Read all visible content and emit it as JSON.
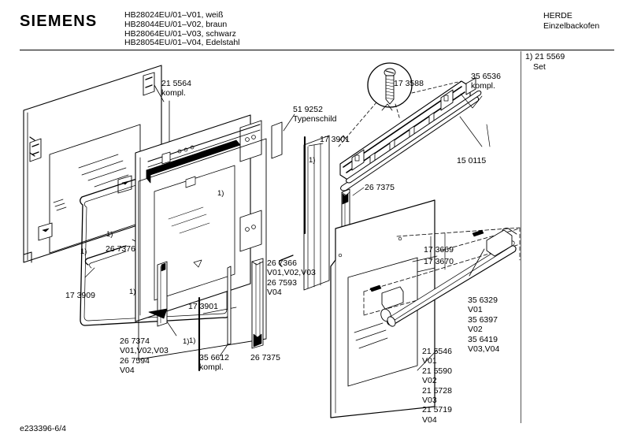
{
  "header": {
    "brand": "SIEMENS",
    "models": [
      "HB28024EU/01–V01, weiß",
      "HB28044EU/01–V02, braun",
      "HB28064EU/01–V03, schwarz",
      "HB28054EU/01–V04, Edelstahl"
    ],
    "category": "HERDE",
    "subcategory": "Einzelbackofen"
  },
  "set_note": {
    "marker": "1) 21 5569",
    "text": "Set"
  },
  "footer": {
    "drawing_number": "e233396-6/4"
  },
  "callouts": [
    {
      "id": "c-21-5564",
      "lines": "21 5564\nkompl."
    },
    {
      "id": "c-26-7376",
      "lines": "26 7376"
    },
    {
      "id": "c-17-3909",
      "lines": "17 3909"
    },
    {
      "id": "c-26-7374",
      "lines": "26 7374\nV01,V02,V03\n26 7594\nV04"
    },
    {
      "id": "c-35-6612",
      "lines": "35 6612\nkompl."
    },
    {
      "id": "c-26-7375-b",
      "lines": "26 7375"
    },
    {
      "id": "c-51-9252",
      "lines": "51 9252\nTypenschild"
    },
    {
      "id": "c-17-3901-a",
      "lines": "17 3901"
    },
    {
      "id": "c-17-3901-b",
      "lines": "17 3901"
    },
    {
      "id": "c-26-7366",
      "lines": "26 7366\nV01,V02,V03\n26 7593\nV04"
    },
    {
      "id": "c-17-3588",
      "lines": "17 3588"
    },
    {
      "id": "c-35-6536",
      "lines": "35 6536\nkompl."
    },
    {
      "id": "c-15-0115",
      "lines": "15 0115"
    },
    {
      "id": "c-26-7375-a",
      "lines": "26 7375"
    },
    {
      "id": "c-17-3669",
      "lines": "17 3669"
    },
    {
      "id": "c-17-3670",
      "lines": "17 3670"
    },
    {
      "id": "c-35-6329",
      "lines": "35 6329\nV01\n35 6397\nV02\n35 6419\nV03,V04"
    },
    {
      "id": "c-21-5546",
      "lines": "21 5546\nV01\n21 5590\nV02\n21 5728\nV03\n21 5719\nV04"
    }
  ],
  "footnote_markers": [
    {
      "id": "fn-1",
      "text": "1)"
    },
    {
      "id": "fn-2",
      "text": "1)"
    },
    {
      "id": "fn-3",
      "text": "1)"
    },
    {
      "id": "fn-4",
      "text": "1)"
    },
    {
      "id": "fn-5",
      "text": "1)"
    },
    {
      "id": "fn-6",
      "text": "1)"
    },
    {
      "id": "fn-7",
      "text": "1)"
    },
    {
      "id": "fn-8",
      "text": "1)"
    }
  ],
  "colors": {
    "ink": "#000000",
    "paper": "#ffffff",
    "rule": "#555555"
  }
}
